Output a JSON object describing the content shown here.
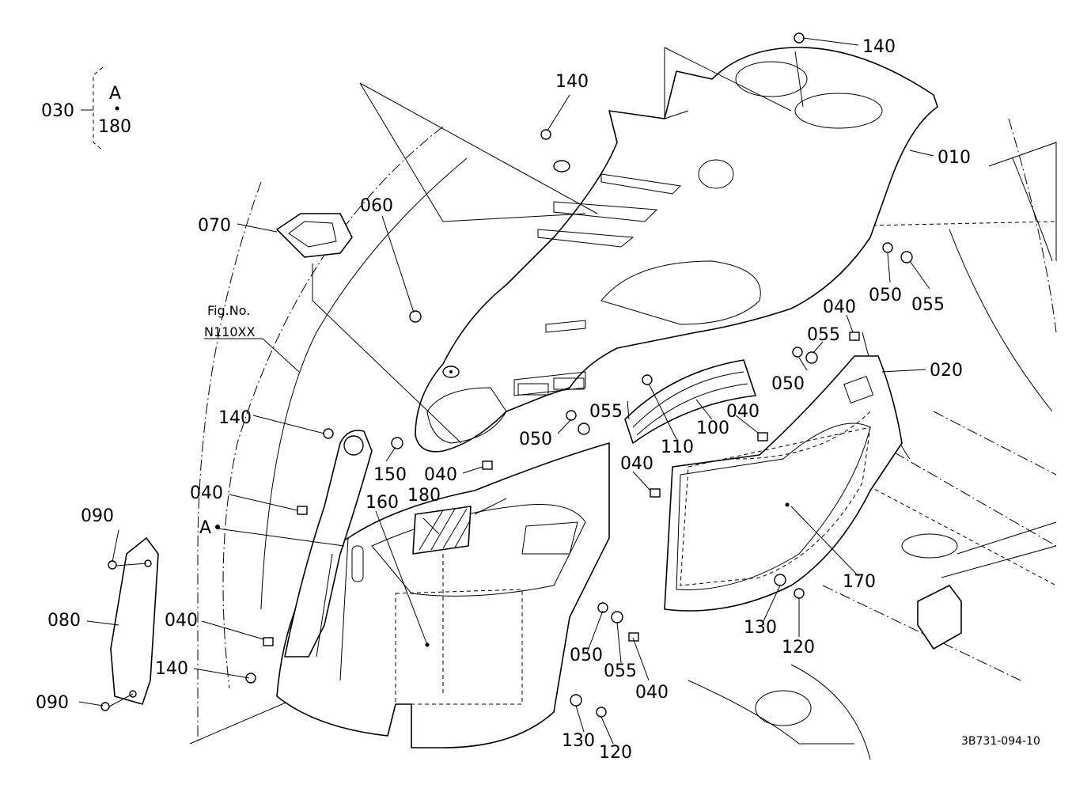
{
  "drawing_number": "3B731-094-10",
  "figure_reference": {
    "line1": "Fig.No.",
    "line2": "N110XX"
  },
  "bracket_group": {
    "label": "030",
    "top": "A",
    "bottom": "180"
  },
  "marker_a": "A",
  "callouts": {
    "c140_top": "140",
    "c140_upper": "140",
    "c140_left": "140",
    "c140_lower": "140",
    "c010": "010",
    "c020": "020",
    "c050_right": "050",
    "c055_right": "055",
    "c040_right": "040",
    "c055_mid": "055",
    "c050_mid": "050",
    "c060": "060",
    "c070": "070",
    "c055_center": "055",
    "c050_center": "050",
    "c110": "110",
    "c100": "100",
    "c040_mid": "040",
    "c040_center": "040",
    "c150": "150",
    "c040_leftmid": "040",
    "c040_left": "040",
    "c160": "160",
    "c180": "180",
    "c170": "170",
    "c090_top": "090",
    "c080": "080",
    "c040_low": "040",
    "c090_bottom": "090",
    "c050_low": "050",
    "c055_low": "055",
    "c040_lowright": "040",
    "c130_right": "130",
    "c120_right": "120",
    "c130_bottom": "130",
    "c120_bottom": "120"
  }
}
